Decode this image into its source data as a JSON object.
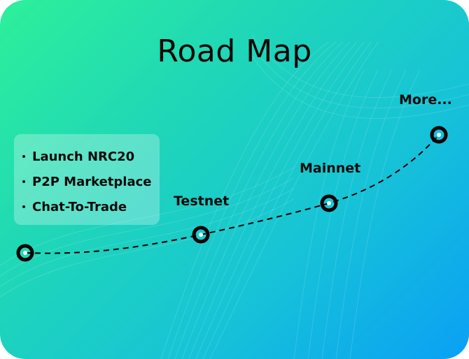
{
  "roadmap": {
    "title": "Road Map",
    "current_phase_items": [
      "Launch NRC20",
      "P2P Marketplace",
      "Chat-To-Trade"
    ],
    "milestones": [
      {
        "label": "Testnet"
      },
      {
        "label": "Mainnet"
      },
      {
        "label": "More..."
      }
    ]
  },
  "colors": {
    "gradient_start": "#2df09a",
    "gradient_end": "#0aa0f5",
    "text": "#0b0b0b",
    "node": "#000000"
  }
}
